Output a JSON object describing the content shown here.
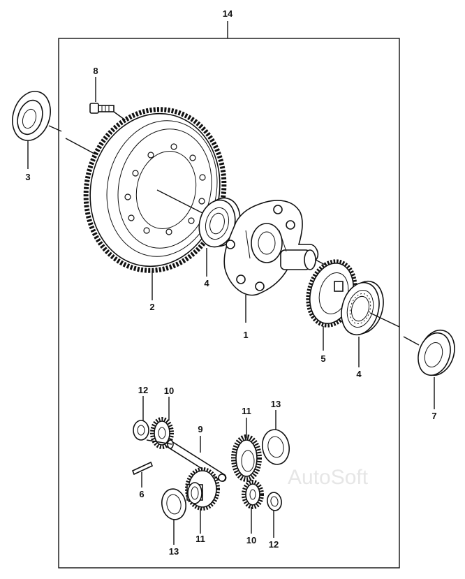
{
  "watermark": "AutoSoft",
  "callouts": [
    {
      "id": "c14",
      "text": "14"
    },
    {
      "id": "c8",
      "text": "8"
    },
    {
      "id": "c3",
      "text": "3"
    },
    {
      "id": "c2",
      "text": "2"
    },
    {
      "id": "c4a",
      "text": "4"
    },
    {
      "id": "c1",
      "text": "1"
    },
    {
      "id": "c5",
      "text": "5"
    },
    {
      "id": "c4b",
      "text": "4"
    },
    {
      "id": "c7",
      "text": "7"
    },
    {
      "id": "c12a",
      "text": "12"
    },
    {
      "id": "c10a",
      "text": "10"
    },
    {
      "id": "c9",
      "text": "9"
    },
    {
      "id": "c11a",
      "text": "11"
    },
    {
      "id": "c13a",
      "text": "13"
    },
    {
      "id": "c6",
      "text": "6"
    },
    {
      "id": "c13b",
      "text": "13"
    },
    {
      "id": "c11b",
      "text": "11"
    },
    {
      "id": "c10b",
      "text": "10"
    },
    {
      "id": "c12b",
      "text": "12"
    }
  ]
}
